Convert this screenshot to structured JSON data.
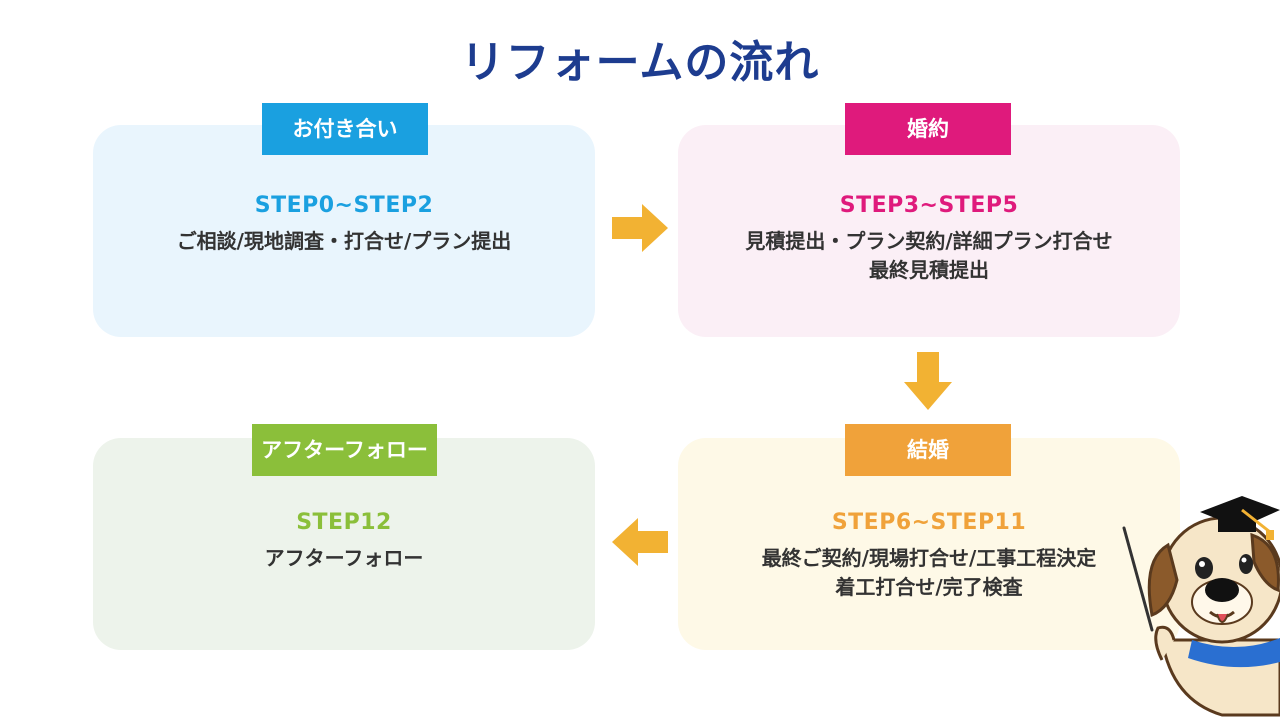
{
  "title": "リフォームの流れ",
  "colors": {
    "title": "#1d3c8f",
    "blue": "#1aa0e0",
    "magenta": "#df1a7c",
    "orange": "#f0a23a",
    "green": "#8bbf3a",
    "arrow": "#f2b233"
  },
  "stages": [
    {
      "tag": "お付き合い",
      "step": "STEP0~STEP2",
      "lines": [
        "ご相談/現地調査・打合せ/プラン提出"
      ]
    },
    {
      "tag": "婚約",
      "step": "STEP3~STEP5",
      "lines": [
        "見積提出・プラン契約/詳細プラン打合せ",
        "最終見積提出"
      ]
    },
    {
      "tag": "結婚",
      "step": "STEP6~STEP11",
      "lines": [
        "最終ご契約/現場打合せ/工事工程決定",
        "着工打合せ/完了検査"
      ]
    },
    {
      "tag": "アフターフォロー",
      "step": "STEP12",
      "lines": [
        "アフターフォロー"
      ]
    }
  ],
  "icons": [
    "arrow-right-icon",
    "arrow-down-icon",
    "arrow-left-icon",
    "dog-mascot-icon"
  ]
}
